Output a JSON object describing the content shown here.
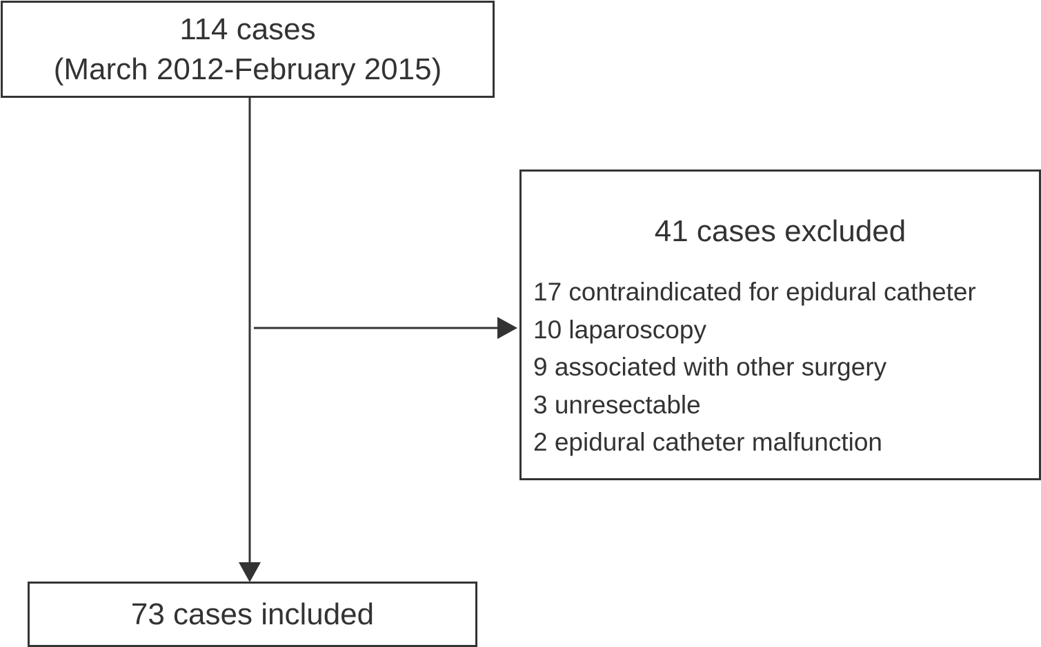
{
  "top_box": {
    "line1": "114 cases",
    "line2": "(March 2012-February 2015)"
  },
  "excluded_box": {
    "title": "41 cases excluded",
    "items": [
      "17 contraindicated for epidural catheter",
      "10 laparoscopy",
      "9 associated with other surgery",
      "3 unresectable",
      "2 epidural catheter malfunction"
    ]
  },
  "bottom_box": {
    "label": "73 cases included"
  },
  "colors": {
    "stroke": "#333333",
    "text": "#333333",
    "background": "#ffffff"
  }
}
